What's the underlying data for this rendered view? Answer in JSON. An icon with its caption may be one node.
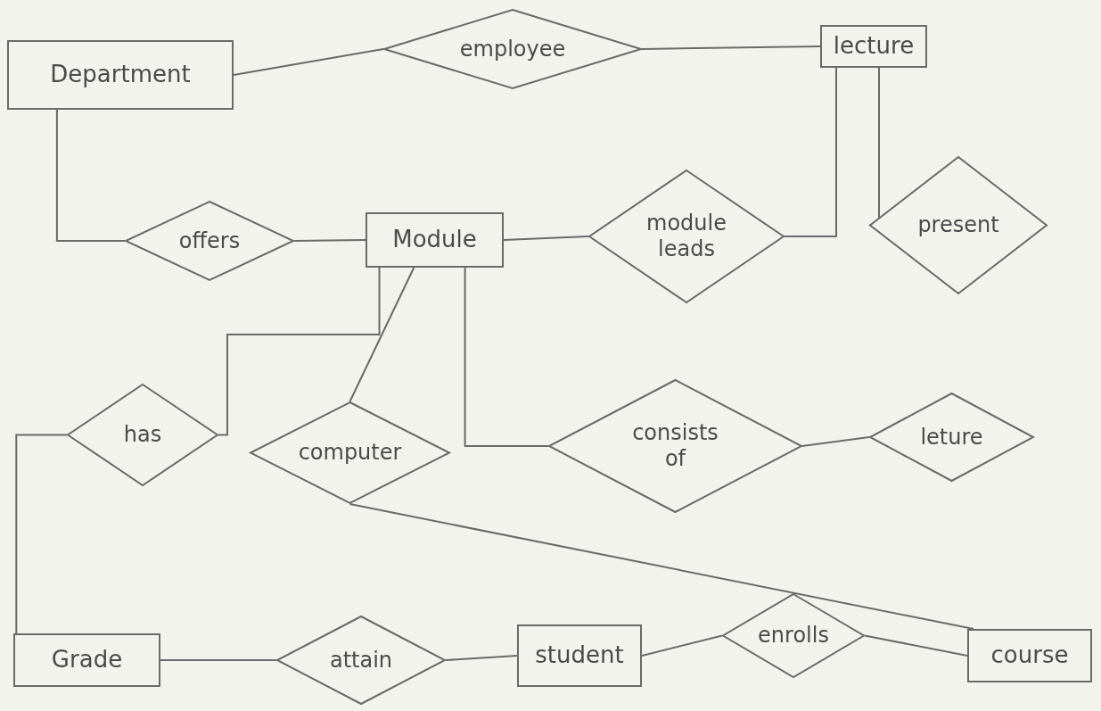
{
  "diagram": {
    "nodes": [
      {
        "text": [
          "Department"
        ]
      },
      {
        "text": [
          "employee"
        ]
      },
      {
        "text": [
          "lecture"
        ]
      },
      {
        "text": [
          "offers"
        ]
      },
      {
        "text": [
          "Module"
        ]
      },
      {
        "text": [
          "module leads"
        ]
      },
      {
        "text": [
          "present"
        ]
      },
      {
        "text": [
          "has"
        ]
      },
      {
        "text": [
          "computer"
        ]
      },
      {
        "text": [
          "consists of"
        ]
      },
      {
        "text": [
          "leture"
        ]
      },
      {
        "text": [
          "Grade"
        ]
      },
      {
        "text": [
          "attain"
        ]
      },
      {
        "text": [
          "student"
        ]
      },
      {
        "text": [
          "enrolls"
        ]
      },
      {
        "text": [
          "course"
        ]
      }
    ],
    "edges": [
      {
        "from": 0,
        "to": 1,
        "arrow": "none"
      },
      {
        "from": 1,
        "to": 2,
        "arrow": "none"
      },
      {
        "from": 0,
        "to": 3,
        "arrow": "none"
      },
      {
        "from": 3,
        "to": 4,
        "arrow": "none"
      },
      {
        "from": 4,
        "to": 5,
        "arrow": "none"
      },
      {
        "from": 5,
        "to": 2,
        "arrow": "none"
      },
      {
        "from": 2,
        "to": 6,
        "arrow": "none"
      },
      {
        "from": 4,
        "to": 7,
        "arrow": "none"
      },
      {
        "from": 4,
        "to": 8,
        "arrow": "none"
      },
      {
        "from": 4,
        "to": 9,
        "arrow": "none"
      },
      {
        "from": 9,
        "to": 10,
        "arrow": "none"
      },
      {
        "from": 11,
        "to": 7,
        "arrow": "none"
      },
      {
        "from": 8,
        "to": 15,
        "arrow": "none"
      },
      {
        "from": 11,
        "to": 12,
        "arrow": "none"
      },
      {
        "from": 12,
        "to": 13,
        "arrow": "none"
      },
      {
        "from": 13,
        "to": 14,
        "arrow": "none"
      },
      {
        "from": 14,
        "to": 15,
        "arrow": "none"
      }
    ]
  }
}
